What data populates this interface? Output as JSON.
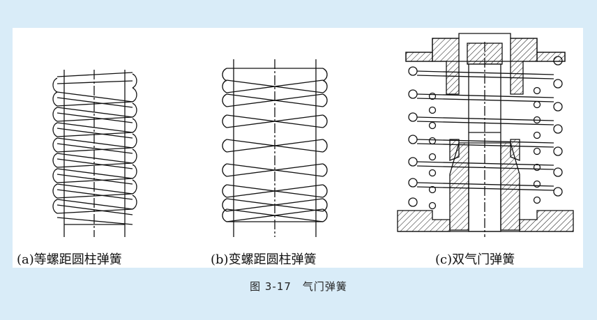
{
  "figures": [
    {
      "caption": "(a)等螺距圆柱弹簧"
    },
    {
      "caption": "(b)变螺距圆柱弹簧"
    },
    {
      "caption": "(c)双气门弹簧"
    }
  ],
  "figure_title": "图 3-17　气门弹簧"
}
